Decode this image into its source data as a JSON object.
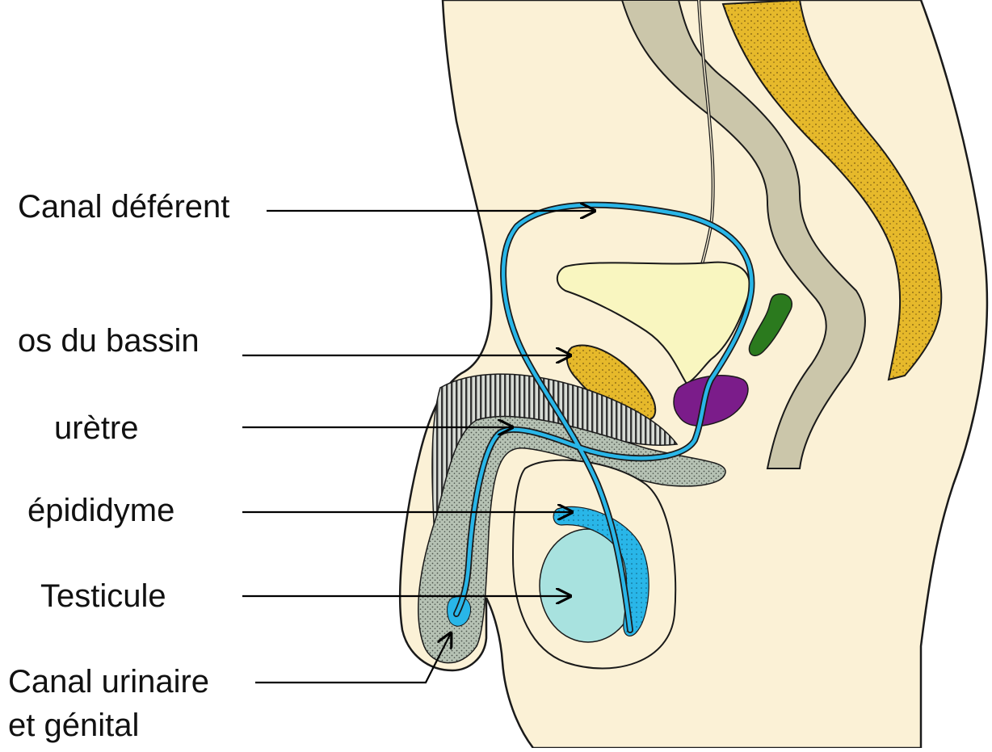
{
  "diagram": {
    "labels": [
      "Canal déférent",
      "os du bassin",
      "urètre",
      "épididyme",
      "Testicule",
      "Canal urinaire",
      "et génital"
    ]
  },
  "colors": {
    "skin": "#fbf1d6",
    "outline": "#1a1a1a",
    "rectum": "#cbc6aa",
    "spine_bone": "#e6b92b",
    "pelvic_bone": "#e6b92b",
    "bladder": "#f9f6c0",
    "vas_deferens": "#29b6e8",
    "testis": "#a8e2df",
    "epididymis": "#29b6e8",
    "urethra_tissue": "#b6c2b4",
    "erectile_tissue": "#8d928d",
    "prostate": "#7b1c8a",
    "seminal_vesicle": "#2b7a1e",
    "arrow": "#000000"
  }
}
